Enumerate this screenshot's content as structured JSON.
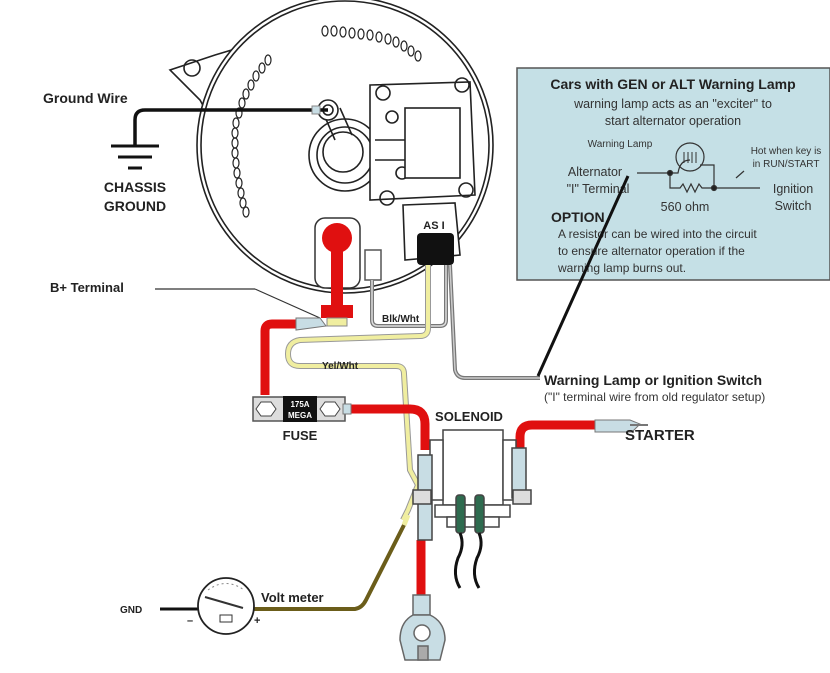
{
  "labels": {
    "ground_wire": "Ground Wire",
    "chassis_ground_line1": "CHASSIS",
    "chassis_ground_line2": "GROUND",
    "b_plus_terminal": "B+ Terminal",
    "connector_code": "AS I",
    "blk_wht": "Blk/Wht",
    "yel_wht": "Yel/Wht",
    "fuse_rating_line1": "175A",
    "fuse_rating_line2": "MEGA",
    "fuse": "FUSE",
    "solenoid": "SOLENOID",
    "starter": "STARTER",
    "warning_lamp_or_ignition": "Warning Lamp or Ignition Switch",
    "i_terminal_note": "(\"I\" terminal wire from old regulator setup)",
    "gnd": "GND",
    "volt_meter": "Volt meter",
    "minus": "–",
    "plus": "+"
  },
  "infobox": {
    "title": "Cars with GEN or ALT Warning Lamp",
    "subtitle_line1": "warning lamp acts as an \"exciter\" to",
    "subtitle_line2": "start alternator operation",
    "warning_lamp": "Warning Lamp",
    "alternator_line1": "Alternator",
    "alternator_line2": "\"I\" Terminal",
    "hot_line1": "Hot when key is",
    "hot_line2": "in RUN/START",
    "ignition_line1": "Ignition",
    "ignition_line2": "Switch",
    "resistor": "560 ohm",
    "option_title": "OPTION",
    "option_line1": "A resistor can be wired into the circuit",
    "option_line2": "to ensure alternator operation if the",
    "option_line3": "warning lamp burns out."
  },
  "colors": {
    "battery_cable": "#e01010",
    "yellow_wire": "#f0eea0",
    "terminal_blue": "#c8dde4",
    "infobox_bg": "#c5e0e6",
    "connector": "#111111",
    "green_boot": "#2e6b4f",
    "voltmeter_wire": "#6b5d1a"
  }
}
